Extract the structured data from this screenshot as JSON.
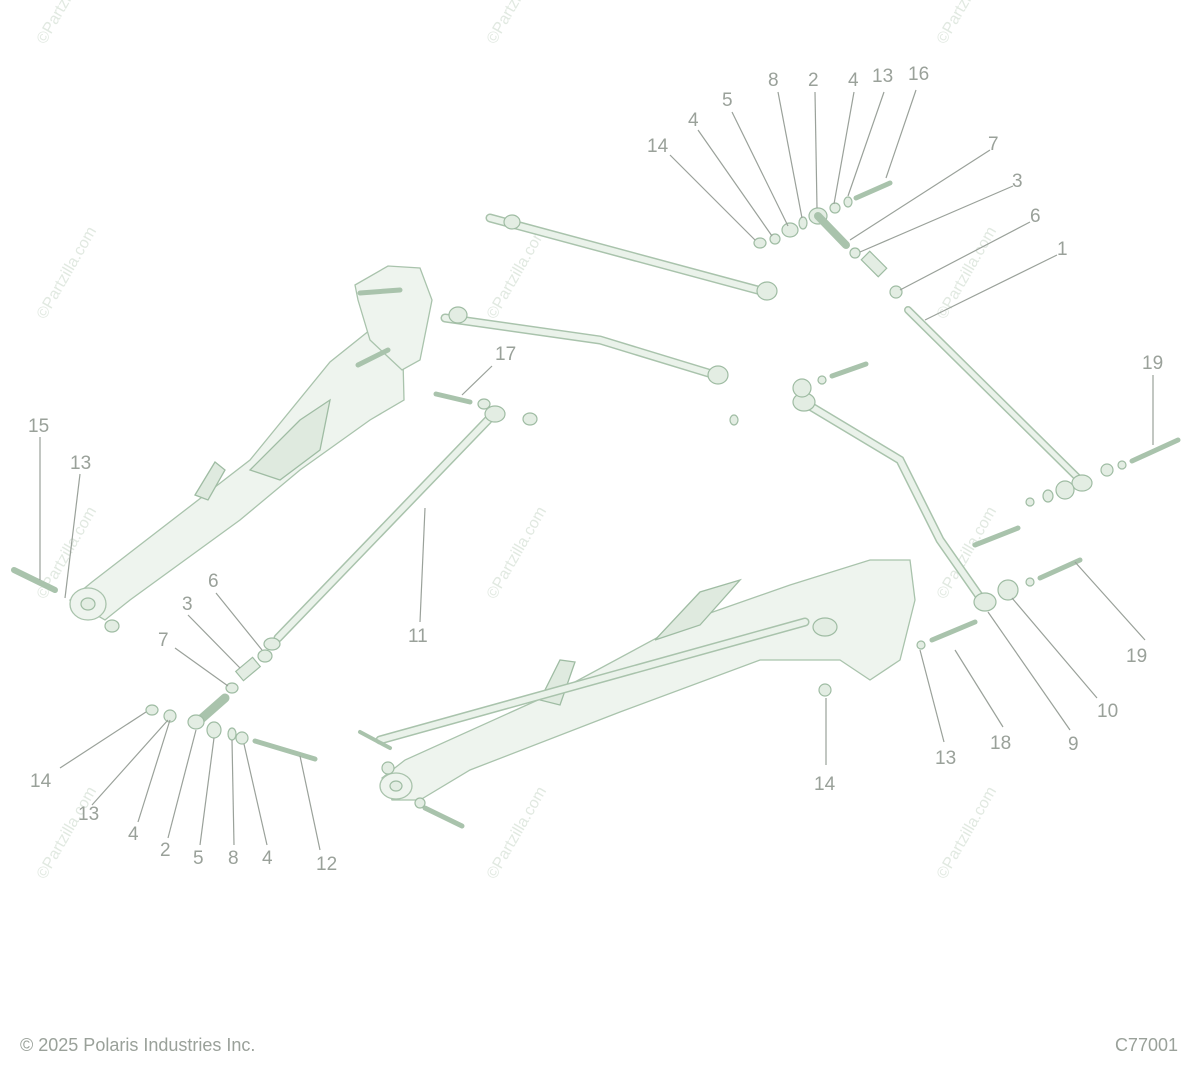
{
  "watermark_text": "©Partzilla.com",
  "callouts": [
    "15",
    "13",
    "6",
    "3",
    "7",
    "14",
    "13",
    "4",
    "2",
    "5",
    "8",
    "4",
    "12",
    "11",
    "17",
    "14",
    "4",
    "5",
    "8",
    "2",
    "4",
    "13",
    "16",
    "7",
    "3",
    "6",
    "1",
    "19",
    "19",
    "10",
    "9",
    "18",
    "13",
    "14"
  ],
  "footer": {
    "copyright": "© 2025 Polaris Industries Inc.",
    "code": "C77001"
  },
  "colors": {
    "line": "#9aa19a",
    "part_fill": "#eef4ee",
    "part_stroke": "#a9c3ac"
  }
}
